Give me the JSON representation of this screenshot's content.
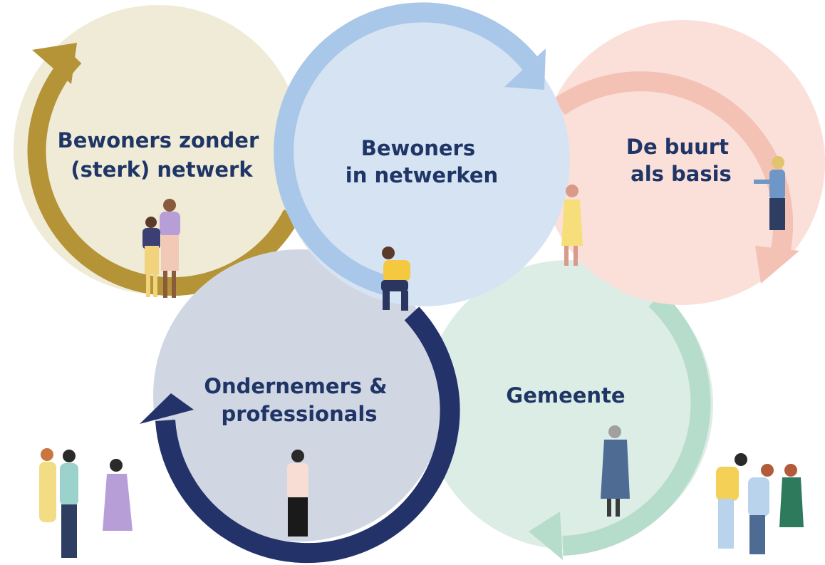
{
  "circles": [
    {
      "id": "bewoners-zonder-netwerk",
      "lines": [
        "Bewoners zonder",
        "(sterk) netwerk"
      ],
      "fill": "#efebd7",
      "ring": "#b59438"
    },
    {
      "id": "bewoners-in-netwerken",
      "lines": [
        "Bewoners",
        "in netwerken"
      ],
      "fill": "#d5e3f3",
      "ring": "#a9c7e8"
    },
    {
      "id": "de-buurt-als-basis",
      "lines": [
        "De buurt",
        "als basis"
      ],
      "fill": "#fbe0da",
      "ring": "#f4c1b5"
    },
    {
      "id": "ondernemers-professionals",
      "lines": [
        "Ondernemers &",
        "professionals"
      ],
      "fill": "#d1d6e3",
      "ring": "#23336a"
    },
    {
      "id": "gemeente",
      "lines": [
        "Gemeente"
      ],
      "fill": "#dcede6",
      "ring": "#b6dccb"
    }
  ],
  "colors": {
    "text": "#1f3566"
  }
}
